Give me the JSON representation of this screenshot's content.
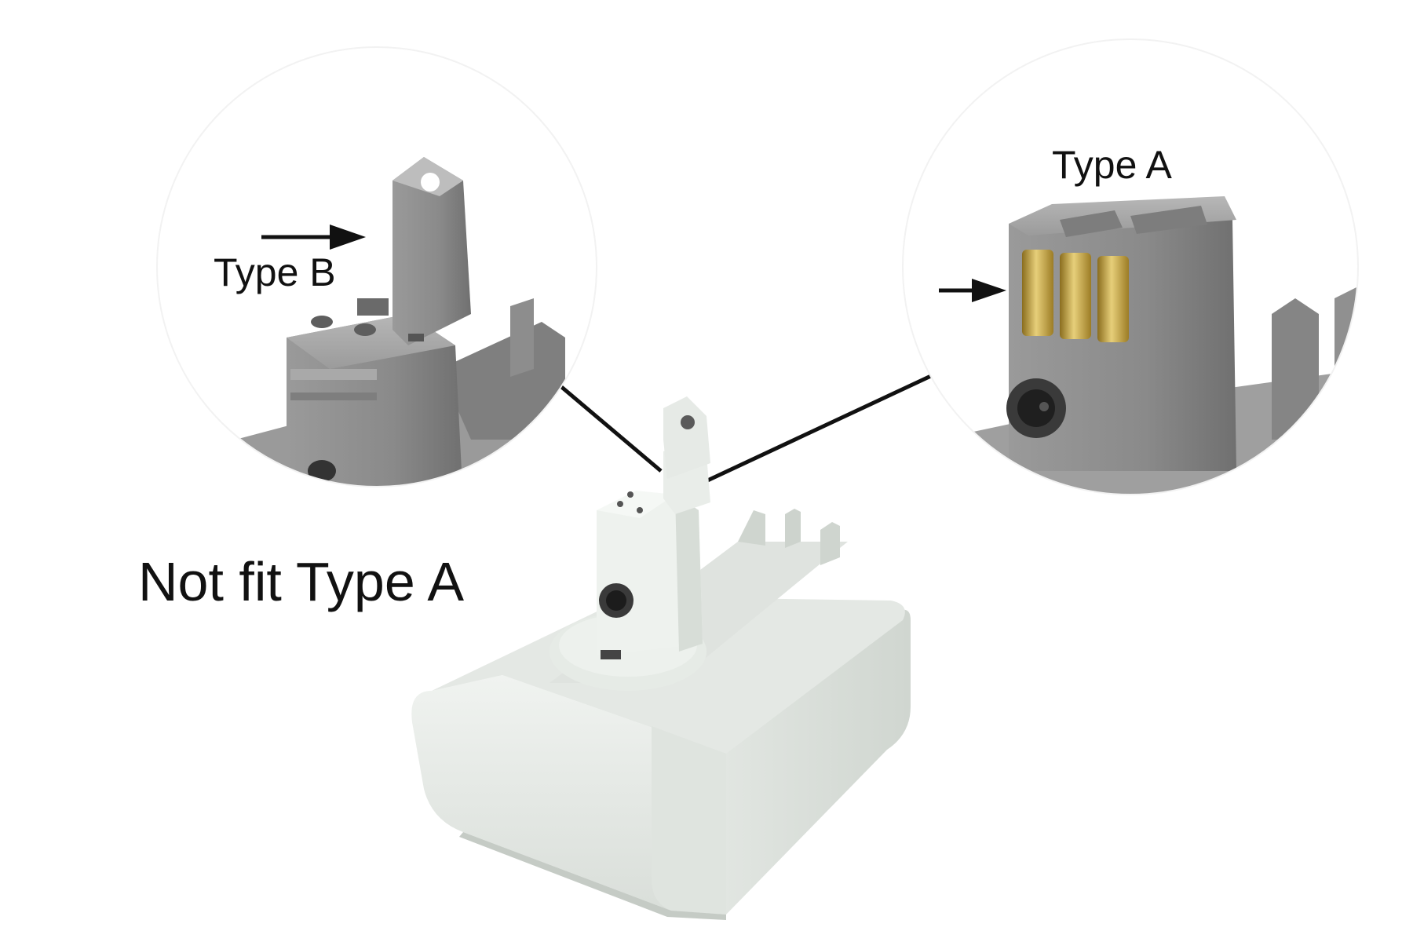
{
  "labels": {
    "type_b": "Type B",
    "type_a": "Type A",
    "main": "Not fit Type A"
  },
  "colors": {
    "background": "#ffffff",
    "text": "#111111",
    "battery_body": "#e8ece8",
    "adapter_gray": "#8e8e8e",
    "contact_gold": "#d4b24a"
  }
}
